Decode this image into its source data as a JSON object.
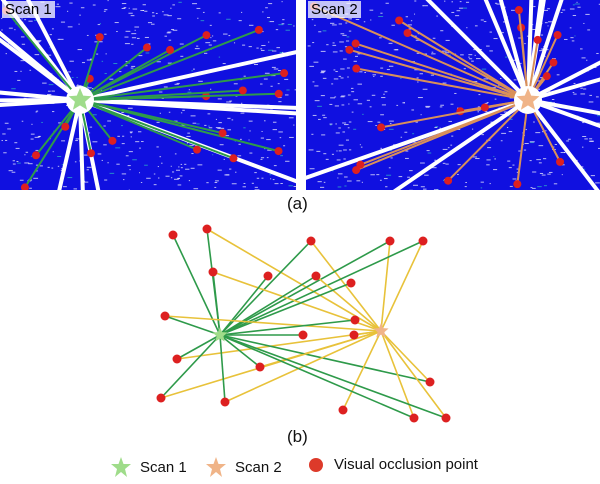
{
  "panel_a": {
    "caption": "(a)",
    "scan1_label": "Scan 1",
    "scan2_label": "Scan 2"
  },
  "panel_b": {
    "caption": "(b)",
    "scan1": [
      220,
      335
    ],
    "scan2": [
      381,
      331
    ],
    "points": [
      {
        "p": [
          173,
          235
        ],
        "v": [
          1
        ]
      },
      {
        "p": [
          207,
          229
        ],
        "v": [
          1,
          2
        ]
      },
      {
        "p": [
          311,
          241
        ],
        "v": [
          1,
          2
        ]
      },
      {
        "p": [
          390,
          241
        ],
        "v": [
          1,
          2
        ]
      },
      {
        "p": [
          423,
          241
        ],
        "v": [
          1,
          2
        ]
      },
      {
        "p": [
          213,
          272
        ],
        "v": [
          1,
          2
        ]
      },
      {
        "p": [
          268,
          276
        ],
        "v": [
          1
        ]
      },
      {
        "p": [
          316,
          276
        ],
        "v": [
          1,
          2
        ]
      },
      {
        "p": [
          351,
          283
        ],
        "v": [
          1
        ]
      },
      {
        "p": [
          165,
          316
        ],
        "v": [
          1,
          2
        ]
      },
      {
        "p": [
          355,
          320
        ],
        "v": [
          1
        ]
      },
      {
        "p": [
          303,
          335
        ],
        "v": [
          1
        ]
      },
      {
        "p": [
          354,
          335
        ],
        "v": [
          2
        ]
      },
      {
        "p": [
          177,
          359
        ],
        "v": [
          1,
          2
        ]
      },
      {
        "p": [
          260,
          367
        ],
        "v": [
          1,
          2
        ]
      },
      {
        "p": [
          430,
          382
        ],
        "v": [
          1,
          2
        ]
      },
      {
        "p": [
          161,
          398
        ],
        "v": [
          1,
          2
        ]
      },
      {
        "p": [
          225,
          402
        ],
        "v": [
          1,
          2
        ]
      },
      {
        "p": [
          343,
          410
        ],
        "v": [
          2
        ]
      },
      {
        "p": [
          414,
          418
        ],
        "v": [
          1,
          2
        ]
      },
      {
        "p": [
          446,
          418
        ],
        "v": [
          1,
          2
        ]
      }
    ]
  },
  "legend": {
    "scan1": "Scan 1",
    "scan2": "Scan 2",
    "occlusion": "Visual occlusion point"
  },
  "colors": {
    "green": "#2e9a4a",
    "yellow": "#e8c23a",
    "red": "#dd2020",
    "star1": "#9fdc8a",
    "star2": "#f0b488"
  }
}
